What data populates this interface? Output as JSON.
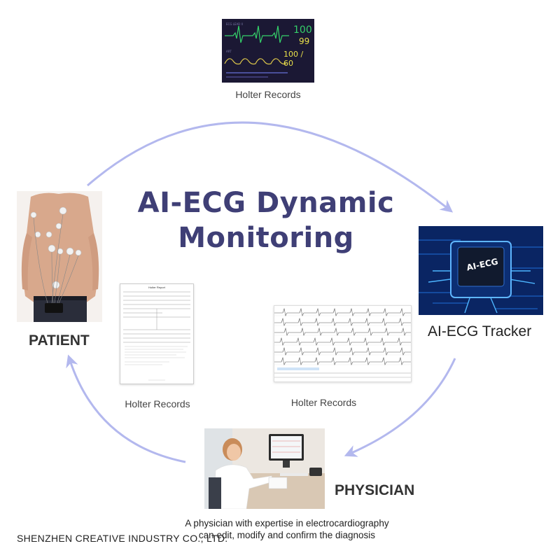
{
  "title": {
    "line1": "AI-ECG Dynamic",
    "line2": "Monitoring"
  },
  "nodes": {
    "monitor": {
      "caption": "Holter Records",
      "readouts": [
        "100",
        "99",
        "100 / 60"
      ]
    },
    "patient": {
      "label": "PATIENT"
    },
    "tracker": {
      "label": "AI-ECG Tracker",
      "chip_text": "AI-ECG"
    },
    "physician": {
      "label": "PHYSICIAN"
    },
    "report": {
      "caption": "Holter Records",
      "heading": "Holter Report"
    },
    "ecg_strip": {
      "caption": "Holter Records"
    }
  },
  "note": {
    "line1": "A physician with expertise in electrocardiography",
    "line2": "can edit, modify and confirm the diagnosis"
  },
  "company": "SHENZHEN CREATIVE INDUSTRY CO., LTD.",
  "colors": {
    "title": "#3f3f76",
    "cycle_arrow": "#b3b8ee",
    "monitor_bg": "#1b1834",
    "ecg_green": "#35d06a",
    "readout_yellow": "#e9e04a",
    "chip_bg": "#0c2e73"
  }
}
